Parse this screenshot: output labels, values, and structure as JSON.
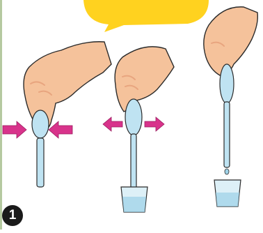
{
  "step": {
    "number": "1"
  },
  "illustration": {
    "panels": [
      {
        "name": "squeeze-bulb",
        "hint_arrows": "inward"
      },
      {
        "name": "release-bulb-in-liquid",
        "hint_arrows": "outward"
      },
      {
        "name": "dispense-drop",
        "hint_arrows": "none"
      }
    ]
  },
  "colors": {
    "speech_bubble": "#FFD21F",
    "skin": "#F5C29B",
    "skin_shadow": "#E8A57F",
    "outline": "#2B2B2B",
    "dropper_glass": "#DDF0F7",
    "dropper_blue": "#BFE3F2",
    "arrow": "#D8338B",
    "liquid": "#9FD3E8",
    "badge": "#1A1A1A",
    "left_rule": "#B5C9A0"
  },
  "icons": {
    "squeeze_arrows": "arrow-inward-icon",
    "release_arrows": "arrow-outward-icon"
  }
}
